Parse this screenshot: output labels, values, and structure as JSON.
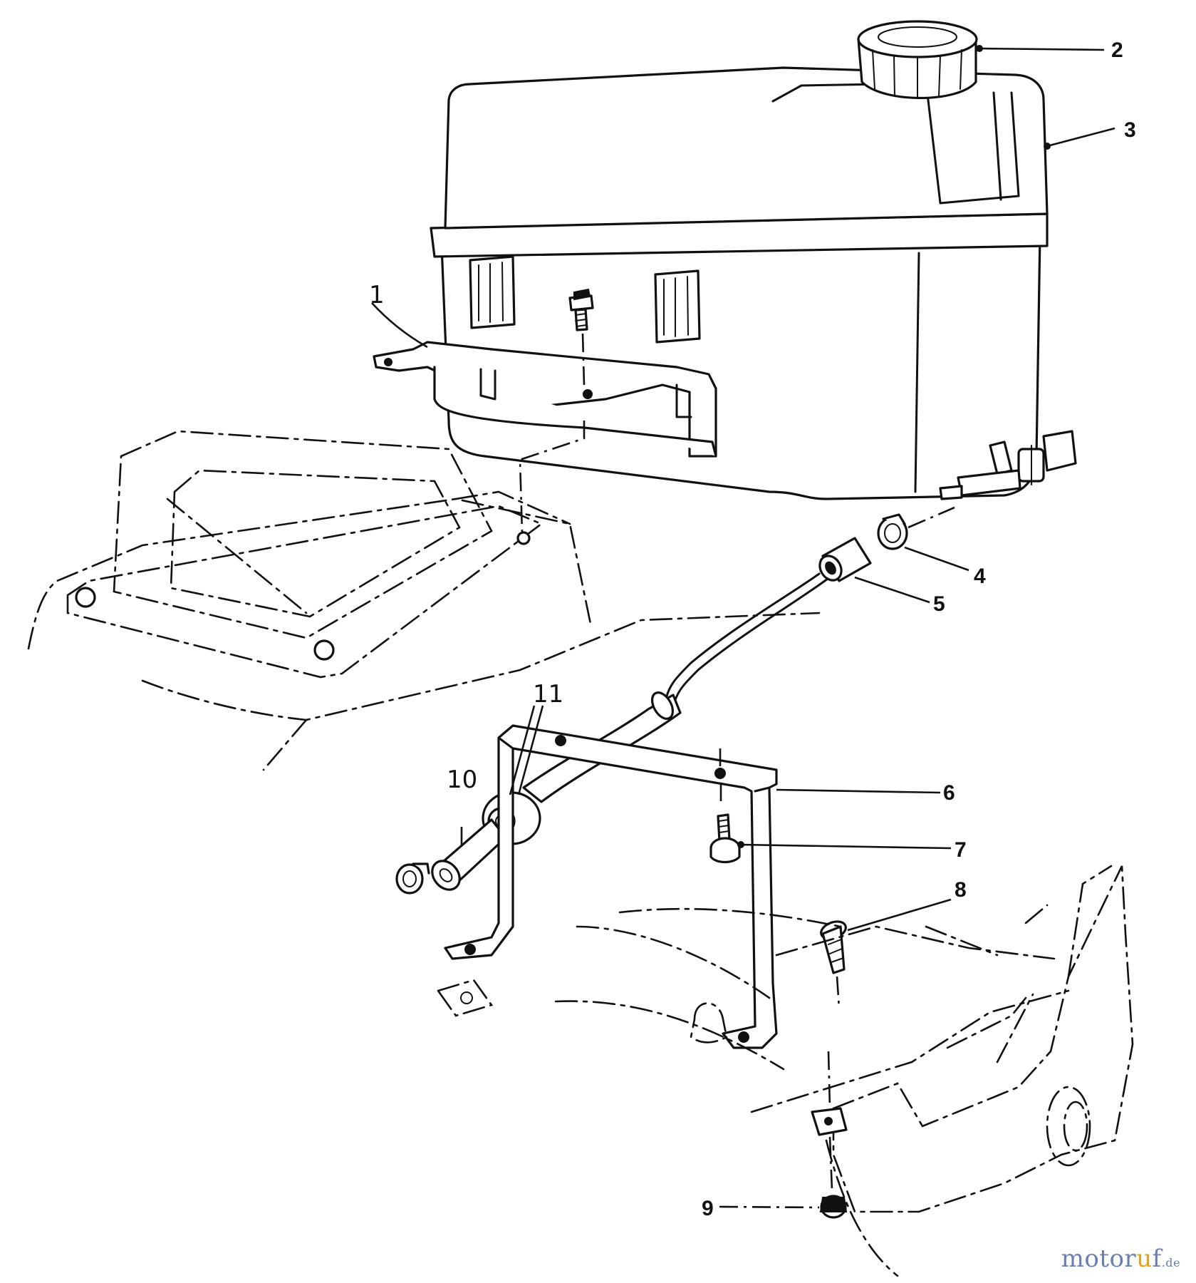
{
  "diagram": {
    "callouts": [
      "1",
      "2",
      "3",
      "4",
      "5",
      "6",
      "7",
      "8",
      "9",
      "10",
      "11"
    ]
  },
  "watermark": {
    "prefix": "motor",
    "accent": "u",
    "suffix": "f",
    "tld": ".de"
  },
  "colors": {
    "ink": "#111111",
    "background": "#ffffff",
    "watermark_main": "#6a7fb0",
    "watermark_accent": "#e2a21f"
  }
}
